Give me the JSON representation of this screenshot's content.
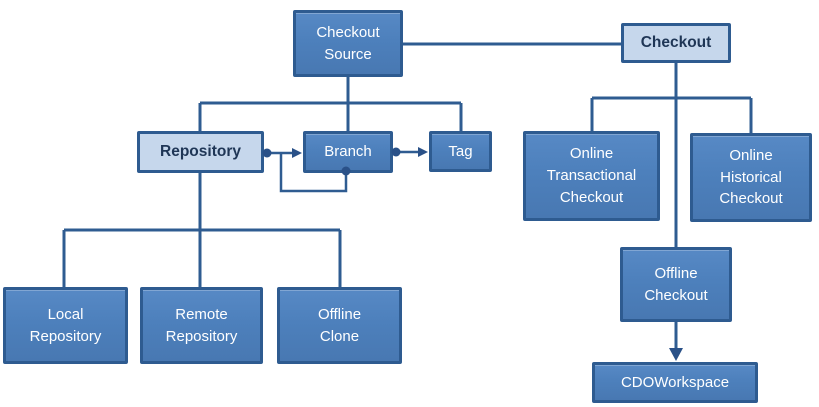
{
  "nodes": {
    "checkout_source": {
      "label": "Checkout Source"
    },
    "checkout": {
      "label": "Checkout"
    },
    "repository": {
      "label": "Repository"
    },
    "branch": {
      "label": "Branch"
    },
    "tag": {
      "label": "Tag"
    },
    "online_transactional": {
      "label": "Online Transactional Checkout"
    },
    "online_historical": {
      "label": "Online Historical Checkout"
    },
    "offline_checkout": {
      "label": "Offline Checkout"
    },
    "cdo_workspace": {
      "label": "CDOWorkspace"
    },
    "local_repository": {
      "label": "Local Repository"
    },
    "remote_repository": {
      "label": "Remote Repository"
    },
    "offline_clone": {
      "label": "Offline Clone"
    }
  },
  "edges": [
    {
      "from": "checkout_source",
      "to": "checkout",
      "type": "plain-line"
    },
    {
      "from": "checkout_source",
      "to": "repository",
      "type": "tree-branch"
    },
    {
      "from": "checkout_source",
      "to": "branch",
      "type": "tree-branch"
    },
    {
      "from": "checkout_source",
      "to": "tag",
      "type": "tree-branch"
    },
    {
      "from": "repository",
      "to": "branch",
      "type": "dot-to-arrow"
    },
    {
      "from": "branch",
      "to": "branch",
      "type": "self-loop-dot"
    },
    {
      "from": "branch",
      "to": "tag",
      "type": "dot-to-arrow"
    },
    {
      "from": "repository",
      "to": "local_repository",
      "type": "tree-branch"
    },
    {
      "from": "repository",
      "to": "remote_repository",
      "type": "tree-branch"
    },
    {
      "from": "repository",
      "to": "offline_clone",
      "type": "tree-branch"
    },
    {
      "from": "checkout",
      "to": "online_transactional",
      "type": "tree-branch"
    },
    {
      "from": "checkout",
      "to": "online_historical",
      "type": "tree-branch"
    },
    {
      "from": "checkout",
      "to": "offline_checkout",
      "type": "tree-branch"
    },
    {
      "from": "offline_checkout",
      "to": "cdo_workspace",
      "type": "arrow"
    }
  ],
  "colors": {
    "node_fill_dark": "#4D80BC",
    "node_border": "#2E5B90",
    "node_fill_light": "#C6D7EC",
    "text_on_dark": "#FFFFFF",
    "text_on_light": "#1F3656",
    "connector_line": "#2F5C91",
    "background": "#FFFFFF"
  }
}
